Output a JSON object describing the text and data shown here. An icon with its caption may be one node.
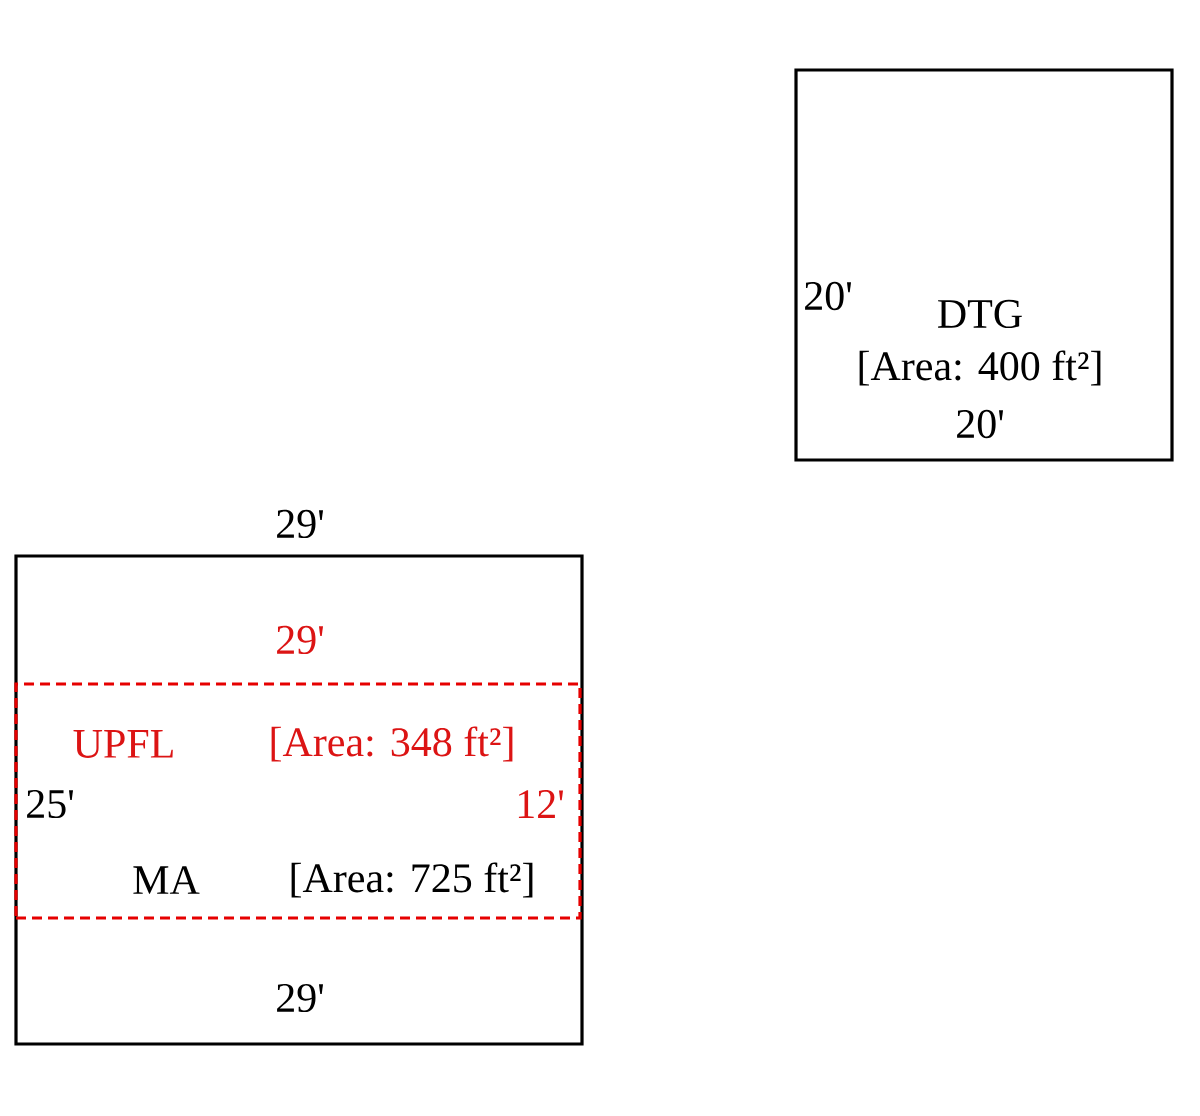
{
  "diagram": {
    "nodes": [
      {
        "text": [
          "20'",
          "DTG",
          "[Area: 400 ft²]",
          "20'"
        ]
      },
      {
        "text": [
          "29'",
          "29'"
        ],
        "beside": [
          "29'"
        ]
      },
      {
        "text": [
          "UPFL",
          "[Area: 348 ft²]",
          "25'",
          "12'",
          "MA",
          "[Area: 725 ft²]"
        ],
        "in": 1
      }
    ]
  }
}
